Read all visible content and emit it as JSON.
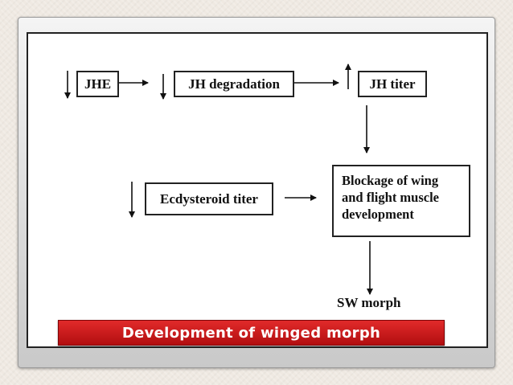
{
  "diagram": {
    "nodes": {
      "jhe": "JHE",
      "jh_degradation": "JH degradation",
      "jh_titer": "JH titer",
      "ecdysteroid_titer": "Ecdysteroid titer",
      "blockage": "Blockage of wing\nand flight muscle\ndevelopment",
      "sw_morph": "SW morph"
    },
    "indicators": {
      "jhe": "down",
      "jh_degradation": "down",
      "jh_titer": "up",
      "ecdysteroid_titer": "down"
    }
  },
  "caption": "Development of winged morph"
}
